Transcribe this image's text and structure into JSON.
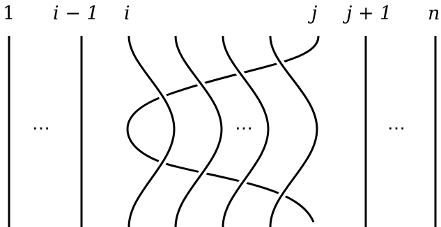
{
  "labels": {
    "one": "1",
    "i_minus_1": "i − 1",
    "i": "i",
    "j": "j",
    "j_plus_1": "j + 1",
    "n": "n"
  },
  "ellipsis": {
    "left": "⋯",
    "middle": "⋯",
    "right": "⋯"
  }
}
